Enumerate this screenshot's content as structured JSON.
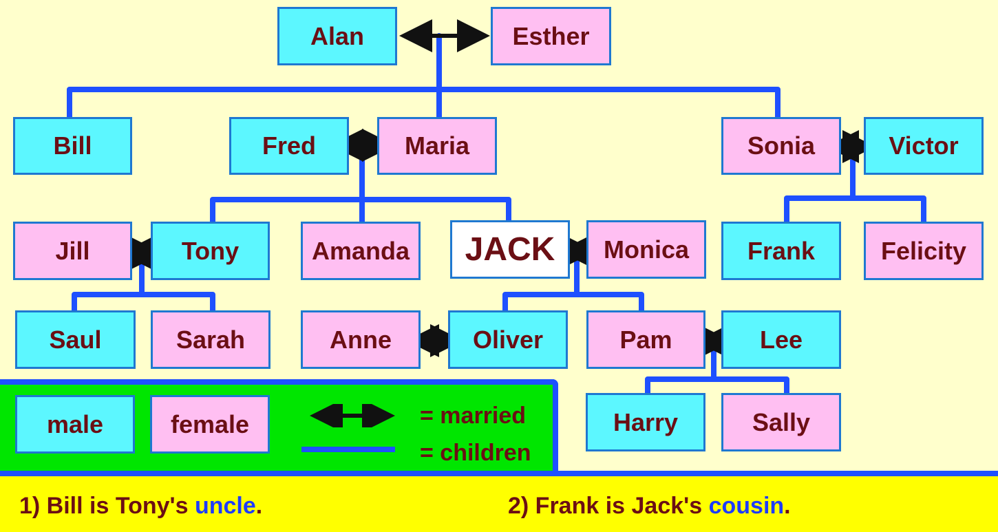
{
  "people": {
    "alan": {
      "name": "Alan",
      "gender": "male"
    },
    "esther": {
      "name": "Esther",
      "gender": "female"
    },
    "bill": {
      "name": "Bill",
      "gender": "male"
    },
    "fred": {
      "name": "Fred",
      "gender": "male"
    },
    "maria": {
      "name": "Maria",
      "gender": "female"
    },
    "sonia": {
      "name": "Sonia",
      "gender": "female"
    },
    "victor": {
      "name": "Victor",
      "gender": "male"
    },
    "jill": {
      "name": "Jill",
      "gender": "female"
    },
    "tony": {
      "name": "Tony",
      "gender": "male"
    },
    "amanda": {
      "name": "Amanda",
      "gender": "female"
    },
    "jack": {
      "name": "JACK",
      "gender": "focus"
    },
    "monica": {
      "name": "Monica",
      "gender": "female"
    },
    "frank": {
      "name": "Frank",
      "gender": "male"
    },
    "felicity": {
      "name": "Felicity",
      "gender": "female"
    },
    "saul": {
      "name": "Saul",
      "gender": "male"
    },
    "sarah": {
      "name": "Sarah",
      "gender": "female"
    },
    "anne": {
      "name": "Anne",
      "gender": "female"
    },
    "oliver": {
      "name": "Oliver",
      "gender": "male"
    },
    "pam": {
      "name": "Pam",
      "gender": "female"
    },
    "lee": {
      "name": "Lee",
      "gender": "male"
    },
    "harry": {
      "name": "Harry",
      "gender": "male"
    },
    "sally": {
      "name": "Sally",
      "gender": "female"
    }
  },
  "legend": {
    "male_label": "male",
    "female_label": "female",
    "married_label": "= married",
    "children_label": "= children"
  },
  "facts": [
    {
      "prefix": "1) Bill is Tony's ",
      "keyword": "uncle",
      "suffix": "."
    },
    {
      "prefix": "2) Frank is Jack's ",
      "keyword": "cousin",
      "suffix": "."
    }
  ],
  "colors": {
    "background": "#ffffcc",
    "male": "#5cf7ff",
    "female": "#ffbff2",
    "text": "#6b0f14",
    "lines": "#1e50ff",
    "legend_bg": "#00e600",
    "footer_bg": "#ffff00"
  }
}
